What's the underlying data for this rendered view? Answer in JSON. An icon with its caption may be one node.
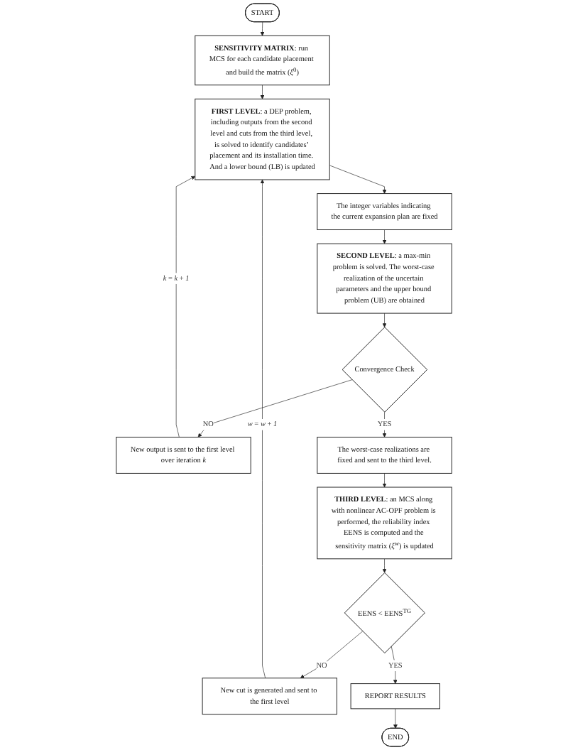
{
  "diagram": {
    "nodes": [
      {
        "text": [
          "START"
        ]
      },
      {
        "text": [
          "**SENSITIVITY MATRIX**: run MCS for each candidate placement and build the matrix (*ξ*$^{0}$)"
        ]
      },
      {
        "text": [
          "**FIRST LEVEL**: a DEP problem, including outputs from the second level and cuts from the third level, is solved to identify candidates’ placement and its installation time. And a lower bound (LB) is updated"
        ]
      },
      {
        "text": [
          "The integer variables indicating the current expansion plan are fixed"
        ]
      },
      {
        "text": [
          "**SECOND LEVEL**: a max-min problem is solved. The worst-case realization of the uncertain parameters and the upper bound problem (UB) are obtained"
        ]
      },
      {
        "text": [
          "Convergence Check"
        ]
      },
      {
        "text": [
          "New output is sent to the first level over iteration *k*"
        ]
      },
      {
        "text": [
          "The worst-case realizations are fixed and sent to the third level."
        ]
      },
      {
        "text": [
          "**THIRD LEVEL**: an MCS along with nonlinear AC-OPF problem is performed, the reliability index EENS is computed and the sensitivity matrix (*ξ*$^{w}$) is updated"
        ]
      },
      {
        "text": [
          "EENS < EENS$^{TG}$"
        ]
      },
      {
        "text": [
          "New cut is generated and sent to the first level"
        ]
      },
      {
        "text": [
          "REPORT RESULTS"
        ]
      },
      {
        "text": [
          "END"
        ]
      }
    ],
    "edges": [
      {
        "from": 0,
        "to": 1,
        "arrow": "to"
      },
      {
        "from": 1,
        "to": 2,
        "arrow": "to"
      },
      {
        "from": 2,
        "to": 3,
        "arrow": "to"
      },
      {
        "from": 3,
        "to": 4,
        "arrow": "to"
      },
      {
        "from": 4,
        "to": 5,
        "arrow": "to"
      },
      {
        "from": 5,
        "to": 6,
        "arrow": "to",
        "label": "NO"
      },
      {
        "from": 6,
        "to": 2,
        "arrow": "to",
        "label": "*k* = *k* + *1*"
      },
      {
        "from": 5,
        "to": 7,
        "arrow": "to",
        "label": "YES"
      },
      {
        "from": 7,
        "to": 8,
        "arrow": "to"
      },
      {
        "from": 8,
        "to": 9,
        "arrow": "to"
      },
      {
        "from": 9,
        "to": 10,
        "arrow": "to",
        "label": "NO"
      },
      {
        "from": 10,
        "to": 2,
        "arrow": "to",
        "label": "*w* = *w* + *1*"
      },
      {
        "from": 9,
        "to": 11,
        "arrow": "to",
        "label": "YES"
      },
      {
        "from": 11,
        "to": 12,
        "arrow": "to"
      }
    ]
  }
}
